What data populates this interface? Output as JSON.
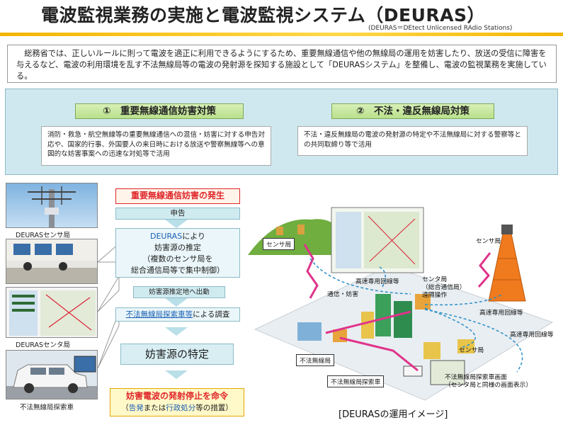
{
  "header": {
    "title": "電波監視業務の実施と電波監視システム（DEURAS）",
    "subtitle": "(DEURAS＝DEtect Unlicensed RAdio Stations)",
    "accent_color": "#f3b500"
  },
  "intro": {
    "text": "総務省では、正しいルールに則って電波を適正に利用できるようにするため、重要無線通信や他の無線局の運用を妨害したり、放送の受信に障害を与えるなど、電波の利用環境を乱す不法無線局等の電波の発射源を探知する施設として「DEURASシステム」を整備し、電波の監視業務を実施している。"
  },
  "measures": [
    {
      "heading": "①　重要無線通信妨害対策",
      "body": "消防・救急・航空無線等の重要無線通信への混信・妨害に対する申告対応や、国家的行事、外国要人の来日時における放送や警察無線等への意図的な妨害事案への迅速な対処等で活用"
    },
    {
      "heading": "②　不法・違反無線局対策",
      "body": "不法・違反無線局の電波の発射源の特定や不法無線局に対する警察等との共同取締り等で活用"
    }
  ],
  "photos": {
    "sensor_caption": "DEURASセンサ局",
    "center_caption": "DEURASセンタ局",
    "vehicle_caption": "不法無線局探索車"
  },
  "flow": {
    "step1": "重要無線通信妨害の発生",
    "step1_arrow": "申告",
    "step2_line1_em": "DEURAS",
    "step2_line1_rest": "により",
    "step2_line2": "妨害源の推定",
    "step2_line3": "（複数のセンサ局を",
    "step2_line4": "総合通信局等で集中制御）",
    "step2_arrow": "妨害源推定地へ出動",
    "step3_em": "不法無線局探索車等",
    "step3_rest": "による調査",
    "step4": "妨害源の特定",
    "step5_line1": "妨害電波の発射停止を命令",
    "step5_line2_em1": "告発",
    "step5_line2_mid": "または",
    "step5_line2_em2": "行政処分",
    "step5_line2_rest": "等の措置）",
    "step5_line2_open": "（",
    "red_color": "#e0262a",
    "blue_color": "#1a5fb4"
  },
  "illustration": {
    "sensor_top_left": "センサ局",
    "sensor_right": "センサ局",
    "sensor_mid": "センサ局",
    "line_top": "高速専用回線等",
    "line_right1": "高速専用回線等",
    "line_right2": "高速専用回線等",
    "center_line1": "センタ局",
    "center_line2": "（総合通信局）",
    "center_line3": "遠隔操作",
    "interference": "通信・妨害",
    "illegal_station": "不法無線局",
    "vehicle": "不法無線局探索車",
    "screen_line1": "不法無線局探索車画面",
    "screen_line2": "（センタ局と同様の画面表示）",
    "caption": "[DEURASの運用イメージ]"
  }
}
